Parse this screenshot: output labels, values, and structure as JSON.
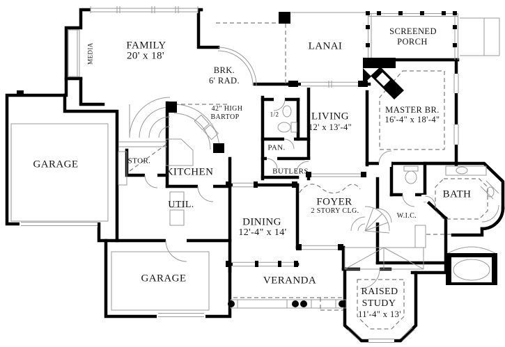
{
  "title": "House First Floor Plan",
  "colors": {
    "wall": "#000000",
    "thin_line": "#9a9a9a",
    "dashed_line": "#7d7d7d",
    "background": "#ffffff"
  },
  "rooms": {
    "family": {
      "name": "FAMILY",
      "dims": "20' x 18'"
    },
    "media": {
      "name": "MEDIA"
    },
    "brk": {
      "name": "BRK.",
      "dims": "6' RAD."
    },
    "lanai": {
      "name": "LANAI"
    },
    "screened_porch": {
      "line1": "SCREENED",
      "line2": "PORCH"
    },
    "master": {
      "name": "MASTER BR.",
      "dims": "16'-4\" x 18'-4\""
    },
    "living": {
      "name": "LIVING",
      "dims": "12' x 13'-4\""
    },
    "half_bath": {
      "name": "1/2"
    },
    "bartop": {
      "line1": "42\" HIGH",
      "line2": "BARTOP"
    },
    "pantry": {
      "name": "PAN."
    },
    "butlers": {
      "name": "BUTLERS"
    },
    "storage": {
      "name": "STOR."
    },
    "kitchen": {
      "name": "KITCHEN"
    },
    "util": {
      "name": "UTIL."
    },
    "dining": {
      "name": "DINING",
      "dims": "12'-4\" x 14'"
    },
    "foyer": {
      "name": "FOYER",
      "sub": "2 STORY CLG."
    },
    "wic": {
      "name": "W.I.C."
    },
    "bath": {
      "name": "BATH"
    },
    "garage_left": {
      "name": "GARAGE"
    },
    "garage_rear": {
      "name": "GARAGE"
    },
    "veranda": {
      "name": "VERANDA"
    },
    "study": {
      "line1": "RAISED",
      "line2": "STUDY",
      "dims": "11'-4\" x 13'"
    }
  }
}
